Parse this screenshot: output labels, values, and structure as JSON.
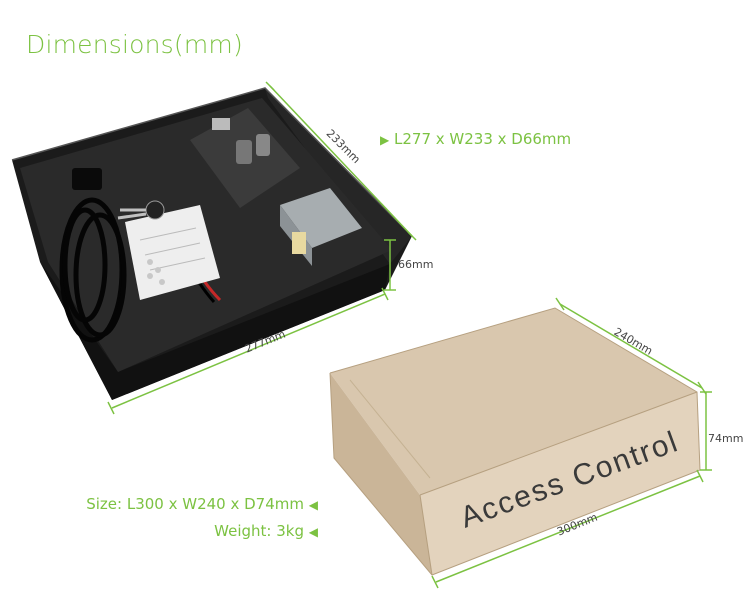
{
  "title": "Dimensions(mm)",
  "enclosure": {
    "spec": "L277 x W233 x D66mm",
    "dim_length": "277mm",
    "dim_width": "233mm",
    "dim_depth": "66mm"
  },
  "box": {
    "print_text": "Access Control",
    "dim_length": "300mm",
    "dim_width": "240mm",
    "dim_depth": "74mm"
  },
  "package": {
    "size": "Size: L300 x W240 x D74mm",
    "weight": "Weight: 3kg"
  },
  "colors": {
    "accent": "#7cc242",
    "enclosure": "#1f1f1f",
    "cardboard": "#d9c7ae"
  },
  "icons": {
    "arrow_right": "▶",
    "arrow_left": "◀"
  }
}
